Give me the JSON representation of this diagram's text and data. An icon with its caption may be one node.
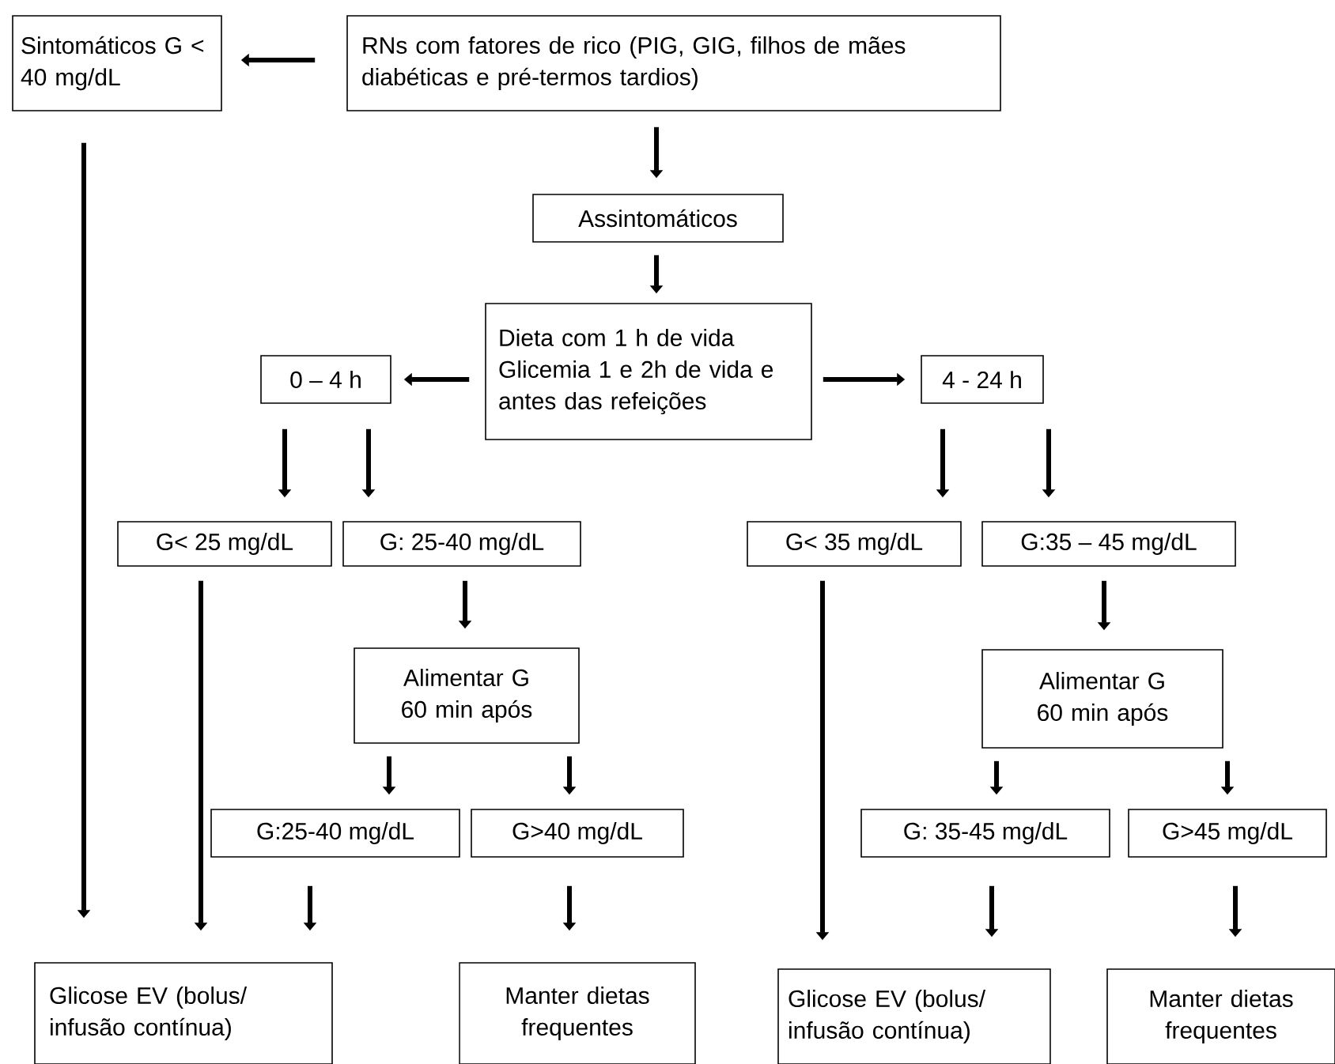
{
  "diagram": {
    "nodes": [
      {
        "text": [
          "Sintomáticos G < 40 mg/dL"
        ]
      },
      {
        "text": [
          "RNs com fatores de rico (PIG, GIG, filhos de mães diabéticas e pré-termos tardios)"
        ]
      },
      {
        "text": [
          "Assintomáticos"
        ]
      },
      {
        "text": [
          "Dieta com 1 h de vida Glicemia 1 e 2h de vida e antes das refeições"
        ]
      },
      {
        "text": [
          "0 – 4 h"
        ]
      },
      {
        "text": [
          "4 - 24 h"
        ]
      },
      {
        "text": [
          "G< 25 mg/dL"
        ]
      },
      {
        "text": [
          "G: 25-40 mg/dL"
        ]
      },
      {
        "text": [
          "G< 35 mg/dL"
        ]
      },
      {
        "text": [
          "G:35 – 45 mg/dL"
        ]
      },
      {
        "text": [
          "Alimentar G 60 min após"
        ]
      },
      {
        "text": [
          "Alimentar G 60 min após"
        ]
      },
      {
        "text": [
          "G:25-40 mg/dL"
        ]
      },
      {
        "text": [
          "G>40 mg/dL"
        ]
      },
      {
        "text": [
          "G: 35-45 mg/dL"
        ]
      },
      {
        "text": [
          "G>45 mg/dL"
        ]
      },
      {
        "text": [
          "Glicose EV (bolus/ infusão contínua)"
        ]
      },
      {
        "text": [
          "Manter dietas frequentes"
        ]
      },
      {
        "text": [
          "Glicose EV (bolus/ infusão contínua)"
        ]
      },
      {
        "text": [
          "Manter dietas frequentes"
        ]
      }
    ],
    "edges": [
      {
        "from": 1,
        "to": 0,
        "arrow": "to"
      },
      {
        "from": 1,
        "to": 2,
        "arrow": "to"
      },
      {
        "from": 2,
        "to": 3,
        "arrow": "to"
      },
      {
        "from": 3,
        "to": 4,
        "arrow": "to"
      },
      {
        "from": 3,
        "to": 5,
        "arrow": "to"
      },
      {
        "from": 4,
        "to": 6,
        "arrow": "to"
      },
      {
        "from": 4,
        "to": 7,
        "arrow": "to"
      },
      {
        "from": 5,
        "to": 8,
        "arrow": "to"
      },
      {
        "from": 5,
        "to": 9,
        "arrow": "to"
      },
      {
        "from": 7,
        "to": 10,
        "arrow": "to"
      },
      {
        "from": 9,
        "to": 11,
        "arrow": "to"
      },
      {
        "from": 10,
        "to": 12,
        "arrow": "to"
      },
      {
        "from": 10,
        "to": 13,
        "arrow": "to"
      },
      {
        "from": 11,
        "to": 14,
        "arrow": "to"
      },
      {
        "from": 11,
        "to": 15,
        "arrow": "to"
      },
      {
        "from": 0,
        "to": 16,
        "arrow": "to"
      },
      {
        "from": 6,
        "to": 16,
        "arrow": "to"
      },
      {
        "from": 12,
        "to": 16,
        "arrow": "to"
      },
      {
        "from": 13,
        "to": 17,
        "arrow": "to"
      },
      {
        "from": 8,
        "to": 18,
        "arrow": "to"
      },
      {
        "from": 14,
        "to": 18,
        "arrow": "to"
      },
      {
        "from": 15,
        "to": 19,
        "arrow": "to"
      }
    ]
  }
}
